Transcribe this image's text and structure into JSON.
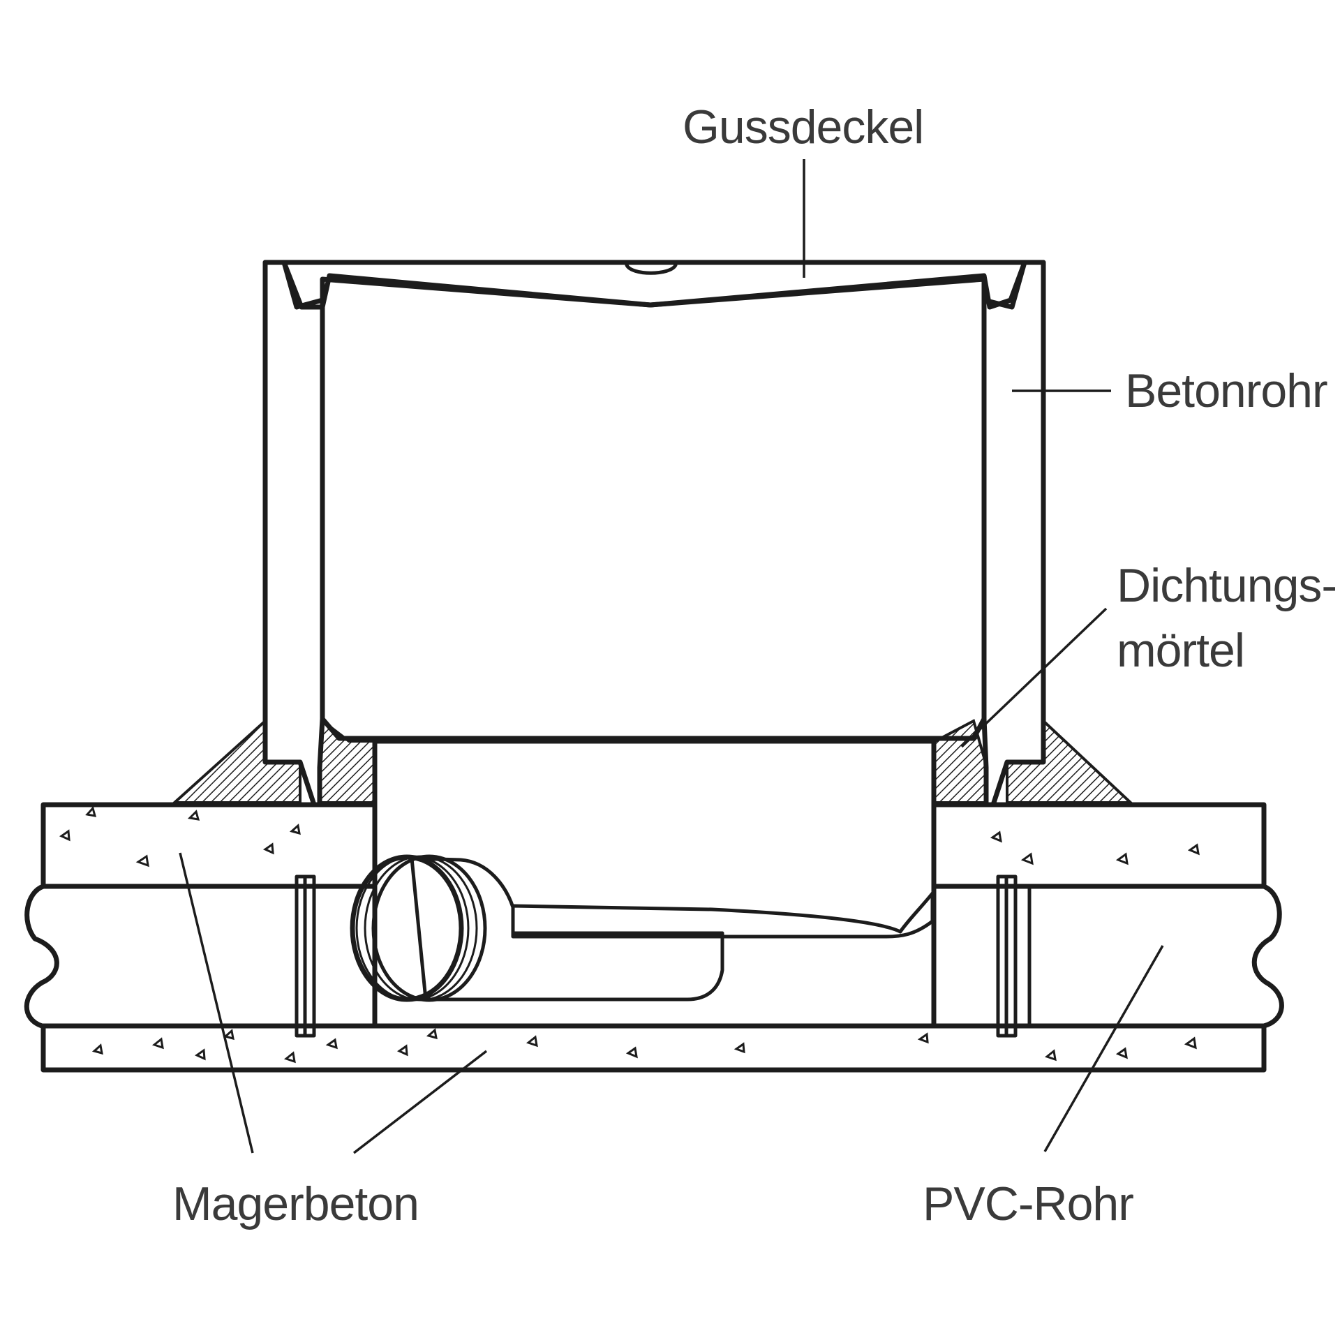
{
  "figure": {
    "labels": {
      "cover": "Gussdeckel",
      "concrete_pipe": "Betonrohr",
      "sealing_mortar_line1": "Dichtungs-",
      "sealing_mortar_line2": "mörtel",
      "lean_concrete": "Magerbeton",
      "pvc_pipe": "PVC-Rohr"
    }
  }
}
